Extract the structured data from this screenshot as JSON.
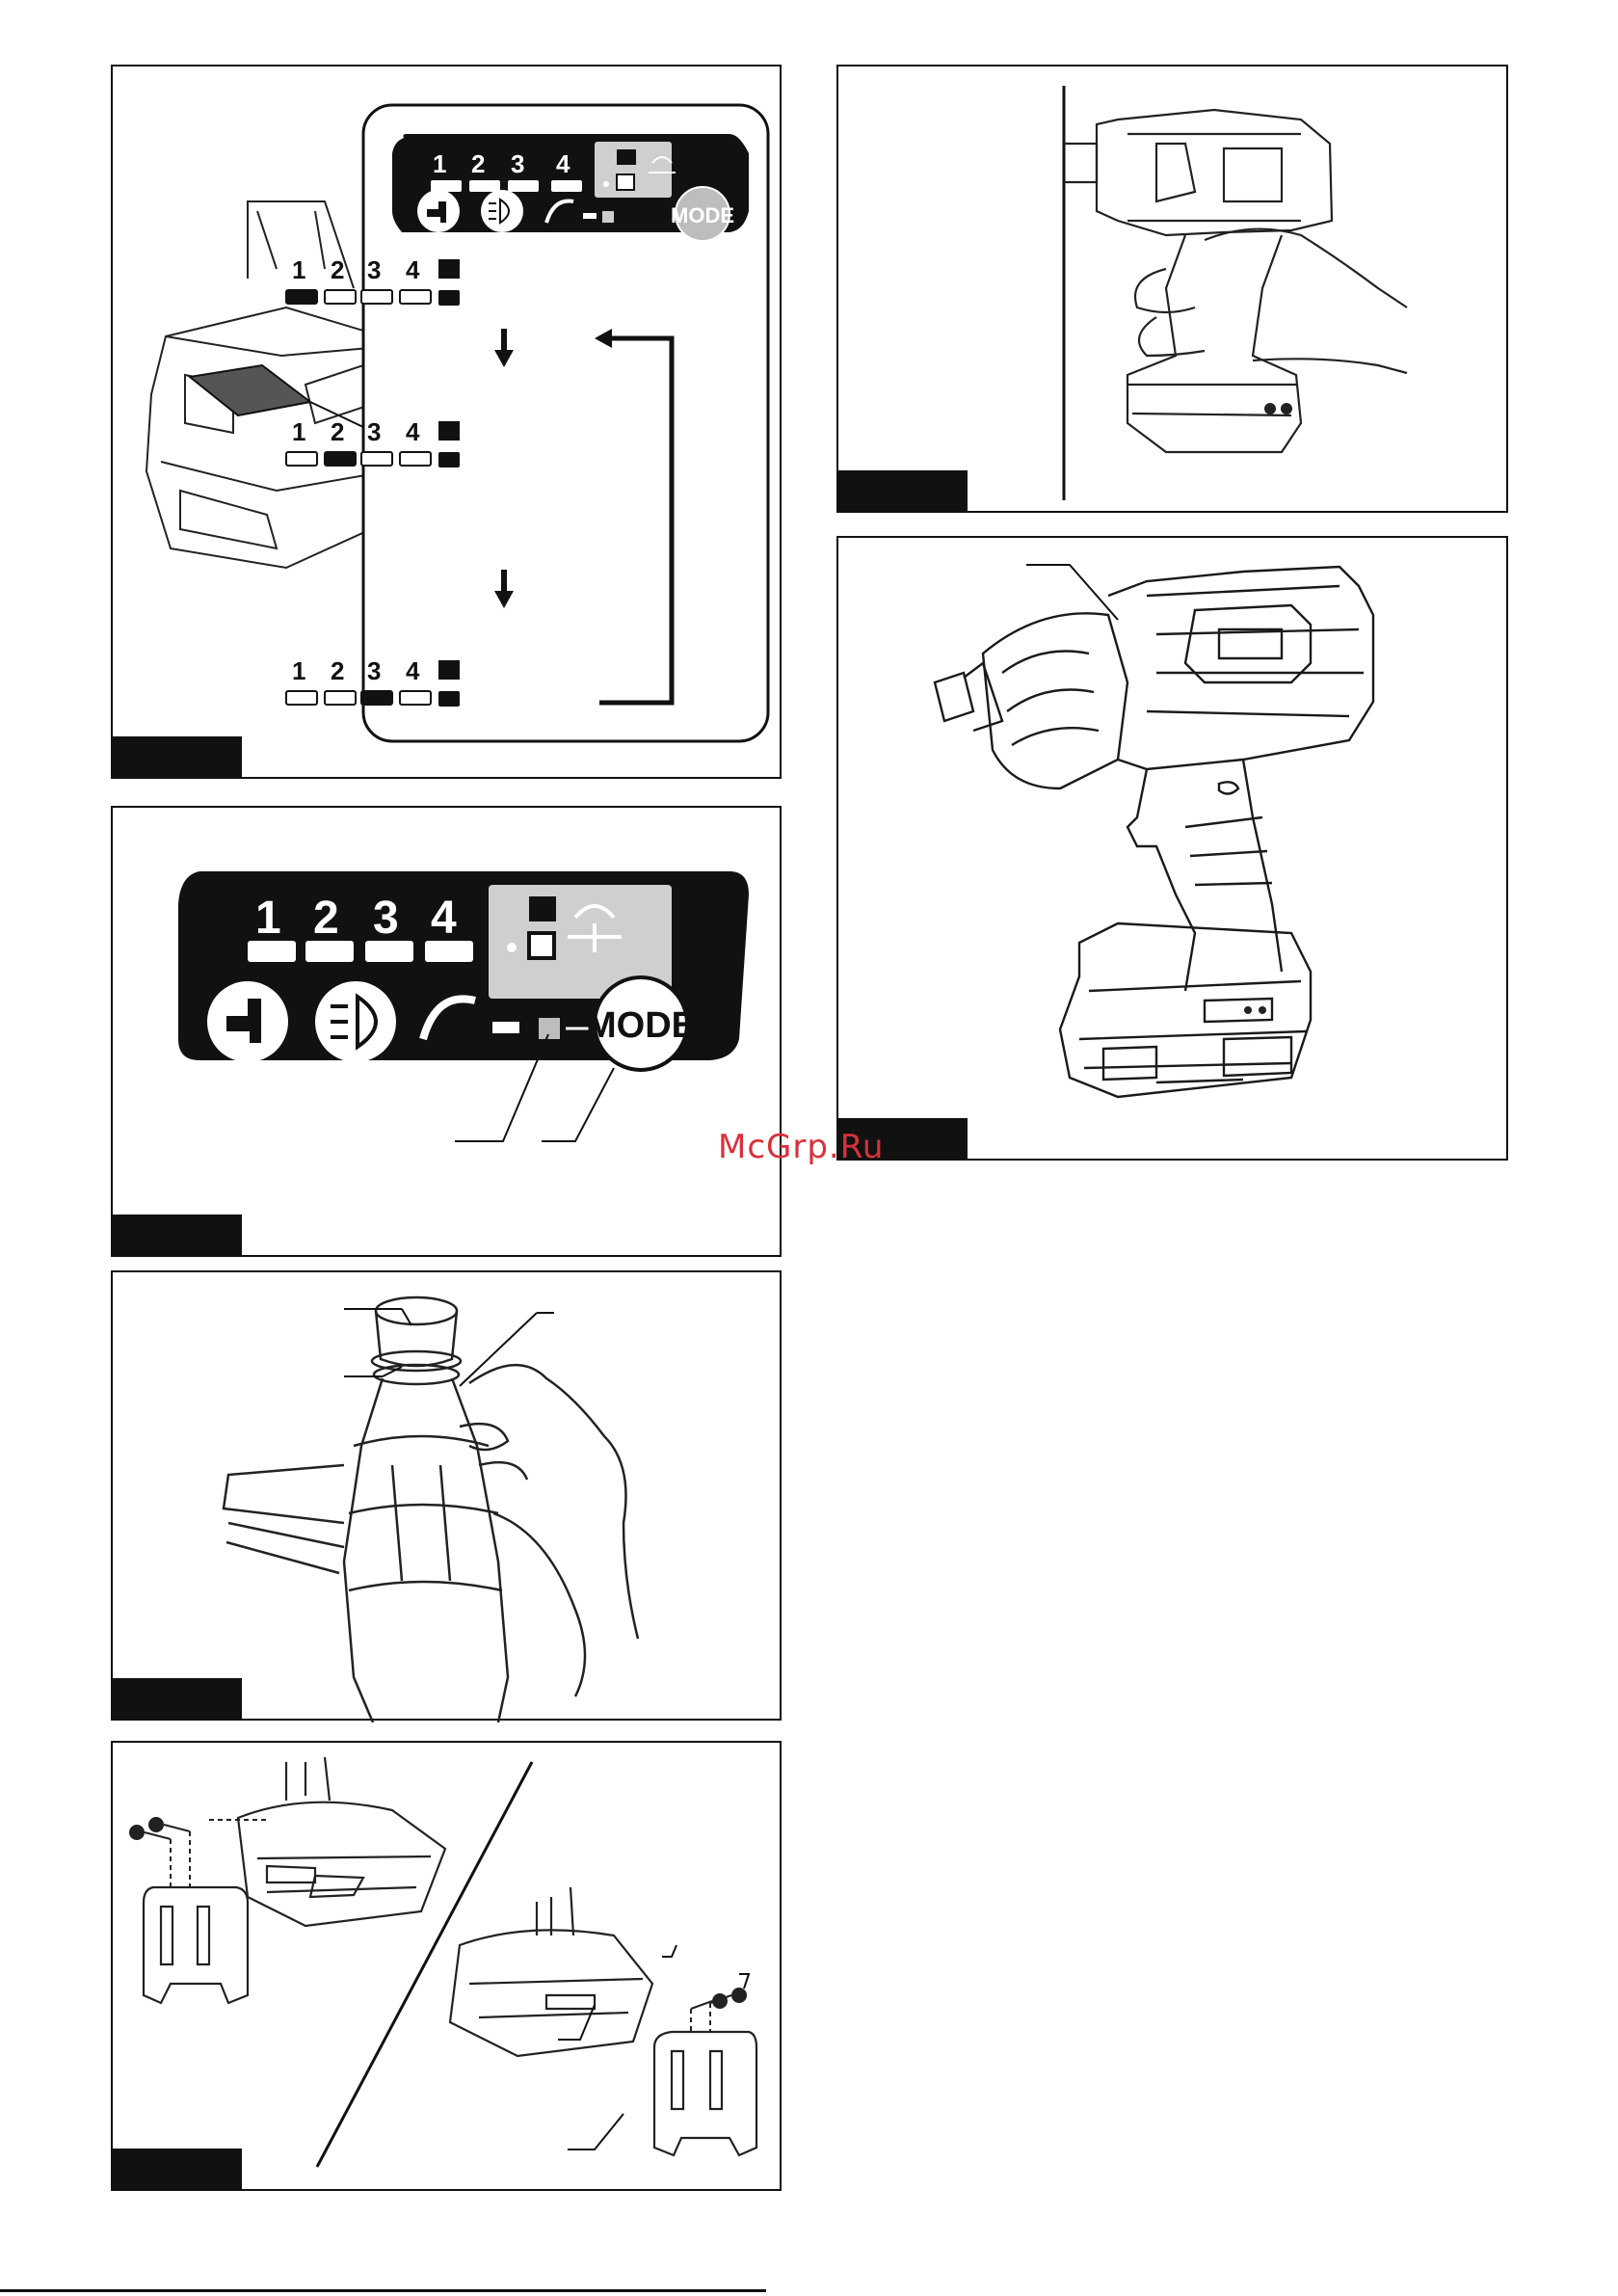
{
  "panel_a": {
    "digits": [
      "1",
      "2",
      "3",
      "4"
    ],
    "mode_label": "MODE",
    "sequence": [
      {
        "active_index": 0
      },
      {
        "active_index": 1
      },
      {
        "active_index": 2
      }
    ]
  },
  "panel_b": {
    "digits": [
      "1",
      "2",
      "3",
      "4"
    ],
    "mode_label": "MODE"
  },
  "watermark": "McGrp.Ru",
  "icons": [
    "bit-icon",
    "light-icon",
    "speed-gauge-icon",
    "rotation-icon",
    "mode-button-icon",
    "screw-icon"
  ]
}
